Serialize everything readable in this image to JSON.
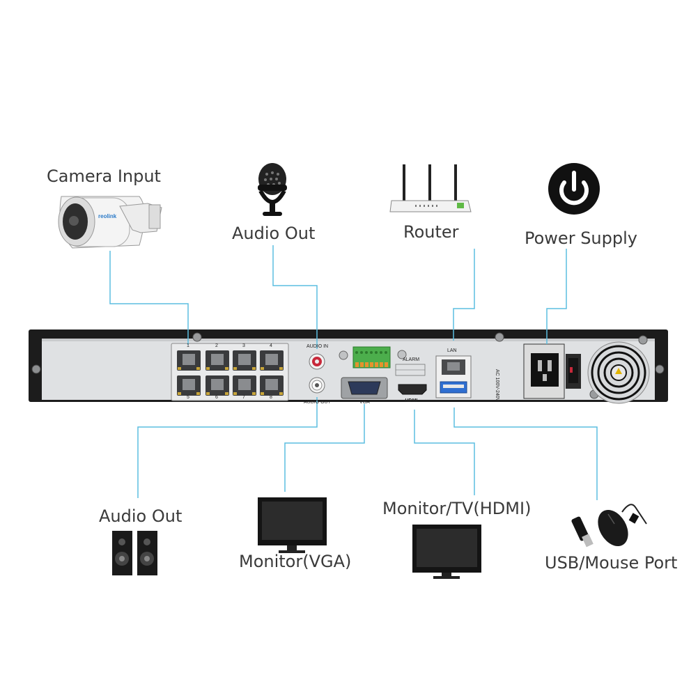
{
  "top_devices": {
    "camera": {
      "label": "Camera Input",
      "brand": "reolink",
      "icon": "camera-icon"
    },
    "audio_in": {
      "label": "Audio Out",
      "icon": "microphone-icon"
    },
    "router": {
      "label": "Router",
      "icon": "router-icon"
    },
    "power": {
      "label": "Power Supply",
      "icon": "power-icon"
    }
  },
  "bottom_devices": {
    "speakers": {
      "label": "Audio Out",
      "icon": "speaker-icon"
    },
    "vga_monitor": {
      "label": "Monitor(VGA)",
      "icon": "monitor-icon"
    },
    "hdmi_monitor": {
      "label": "Monitor/TV(HDMI)",
      "icon": "monitor-icon"
    },
    "usb": {
      "label": "USB/Mouse Port",
      "icon": "usb-mouse-icon"
    }
  },
  "panel": {
    "audio_in": "AUDIO IN",
    "audio_out": "AUDIO OUT",
    "alarm": "ALARM",
    "vga": "VGA",
    "hdmi": "HDMI",
    "lan": "LAN",
    "ac": "AC 100V-240V",
    "port_numbers": [
      "1",
      "2",
      "3",
      "4",
      "5",
      "6",
      "7",
      "8"
    ]
  },
  "colors": {
    "connector_line": "#5bbde0",
    "chassis": "#1c1c1c",
    "panel": "#dfe1e3"
  }
}
